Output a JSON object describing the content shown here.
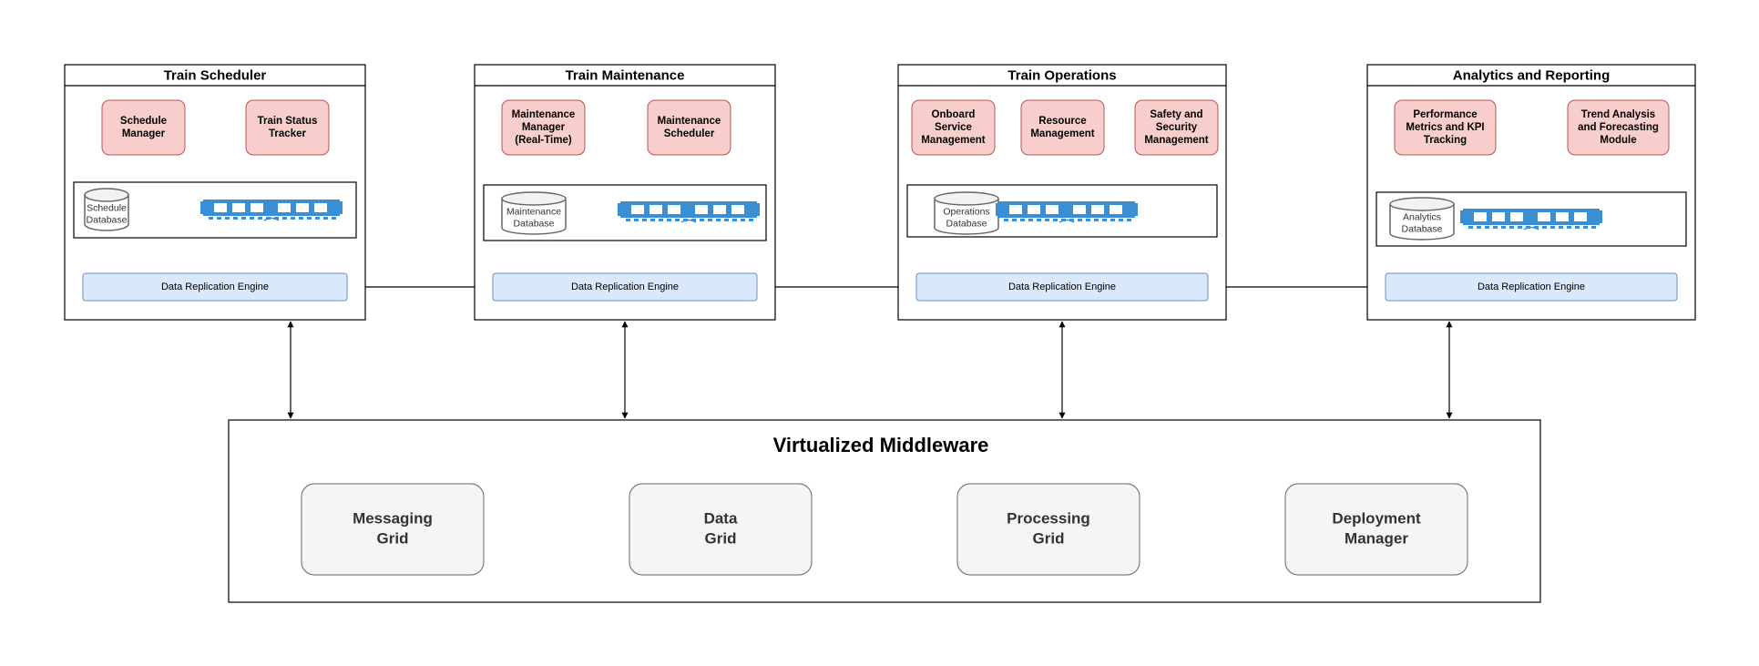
{
  "colors": {
    "component_fill": "#f8cecc",
    "component_stroke": "#b85450",
    "engine_fill": "#dae8fc",
    "engine_stroke": "#6c8ebf",
    "grid_fill": "#f5f5f5",
    "grid_stroke": "#666666",
    "server_blue": "#3a8fd4",
    "line": "#000000"
  },
  "icons": {
    "database": "database-cylinder-icon",
    "server": "server-rack-icon"
  },
  "subsystems": [
    {
      "title": "Train Scheduler",
      "components": [
        [
          "Schedule",
          "Manager"
        ],
        [
          "Train Status",
          "Tracker"
        ]
      ],
      "database": [
        "Schedule",
        "Database"
      ],
      "engine": "Data Replication Engine"
    },
    {
      "title": "Train Maintenance",
      "components": [
        [
          "Maintenance",
          "Manager",
          "(Real-Time)"
        ],
        [
          "Maintenance",
          "Scheduler"
        ]
      ],
      "database": [
        "Maintenance",
        "Database"
      ],
      "engine": "Data Replication Engine"
    },
    {
      "title": "Train Operations",
      "components": [
        [
          "Onboard",
          "Service",
          "Management"
        ],
        [
          "Resource",
          "Management"
        ],
        [
          "Safety and",
          "Security",
          "Management"
        ]
      ],
      "database": [
        "Operations",
        "Database"
      ],
      "engine": "Data Replication Engine"
    },
    {
      "title": "Analytics and Reporting",
      "components": [
        [
          "Performance",
          "Metrics and KPI",
          "Tracking"
        ],
        [
          "Trend Analysis",
          "and Forecasting",
          "Module"
        ]
      ],
      "database": [
        "Analytics",
        "Database"
      ],
      "engine": "Data Replication Engine"
    }
  ],
  "middleware": {
    "title": "Virtualized Middleware",
    "grids": [
      [
        "Messaging",
        "Grid"
      ],
      [
        "Data",
        "Grid"
      ],
      [
        "Processing",
        "Grid"
      ],
      [
        "Deployment",
        "Manager"
      ]
    ]
  }
}
